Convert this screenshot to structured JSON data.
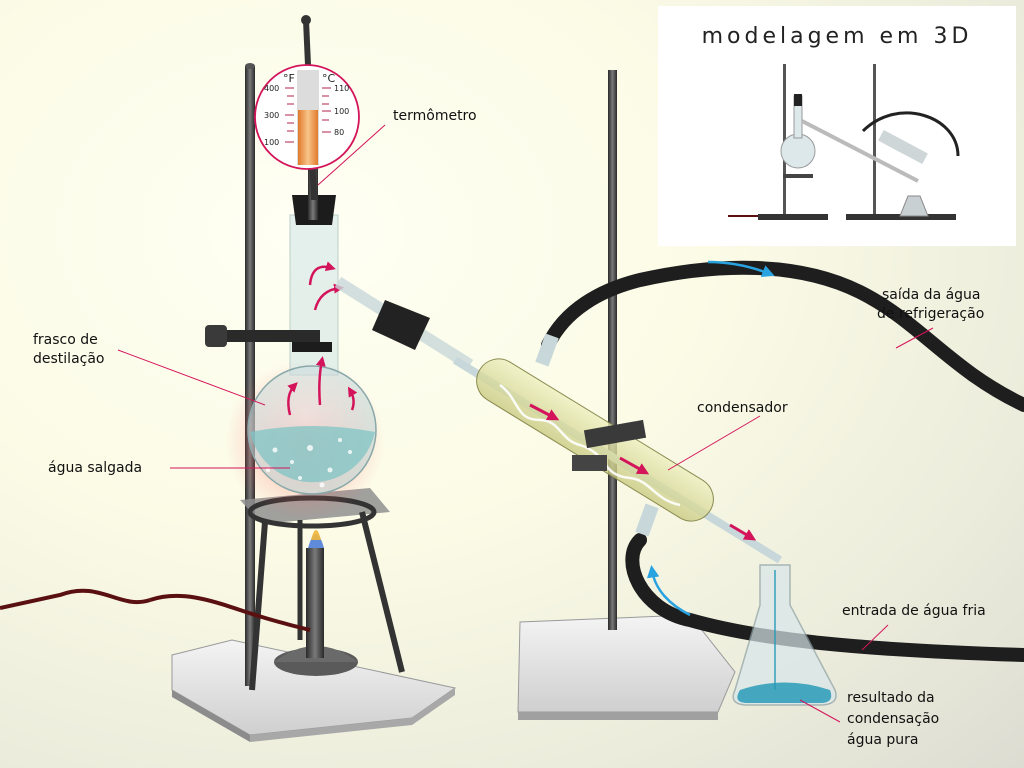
{
  "inset": {
    "title": "modelagem em 3D"
  },
  "thermometer_scale": {
    "fahrenheit_unit": "°F",
    "celsius_unit": "°C",
    "fahrenheit_ticks": [
      "400",
      "300",
      "100"
    ],
    "celsius_ticks": [
      "110",
      "100",
      "80"
    ]
  },
  "labels": {
    "thermometer": "termômetro",
    "flask": [
      "frasco de",
      "destilação"
    ],
    "salt_water": "água salgada",
    "condenser": "condensador",
    "cooling_outlet": [
      "saída da água",
      "de refrigeração"
    ],
    "cold_inlet": "entrada de água fria",
    "result": [
      "resultado da",
      "condensação",
      "água pura"
    ]
  },
  "colors": {
    "leader_line": "#d4145a",
    "flow_arrow": "#d4145a",
    "water_arrow": "#29a3e0",
    "hose": "#1e1e1e",
    "condenser_tint": "#dfe0a0",
    "salt_water": "#7fc4c4"
  }
}
